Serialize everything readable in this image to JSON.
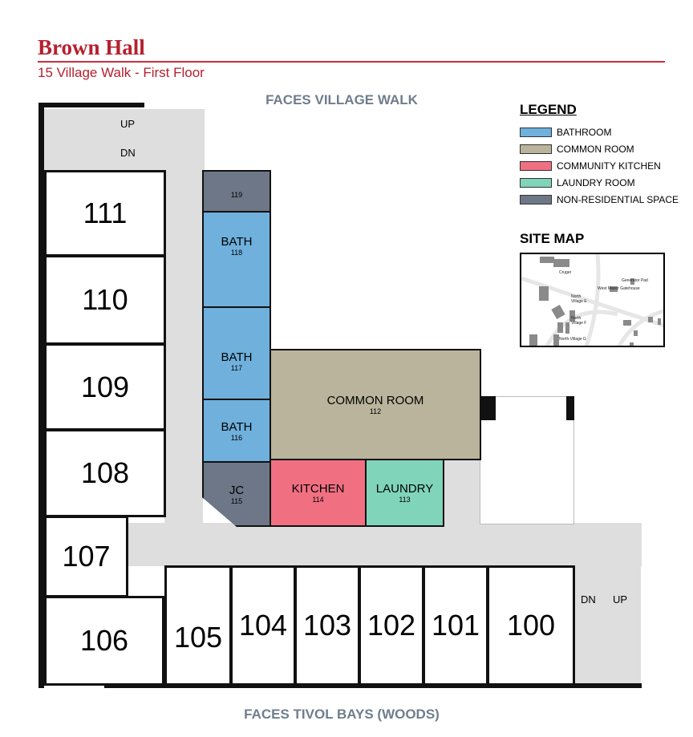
{
  "header": {
    "title": "Brown Hall",
    "subtitle": "15 Village Walk - First Floor"
  },
  "orientation": {
    "top": "FACES VILLAGE WALK",
    "bottom": "FACES TIVOL BAYS (WOODS)"
  },
  "legend": {
    "title": "LEGEND",
    "items": [
      {
        "label": "BATHROOM",
        "color": "#6fb0dc"
      },
      {
        "label": "COMMON ROOM",
        "color": "#b9b49b"
      },
      {
        "label": "COMMUNITY KITCHEN",
        "color": "#f07082"
      },
      {
        "label": "LAUNDRY ROOM",
        "color": "#80d4b9"
      },
      {
        "label": "NON-RESIDENTIAL SPACE",
        "color": "#6d7787"
      }
    ]
  },
  "site_map": {
    "title": "SITE MAP",
    "labels": [
      "Cruger",
      "Generator Pad",
      "West Manor Gatehouse",
      "North Village E",
      "North Village F",
      "North Village G"
    ]
  },
  "stairs": {
    "up": "UP",
    "dn": "DN"
  },
  "rooms": {
    "r111": "111",
    "r110": "110",
    "r109": "109",
    "r108": "108",
    "r107": "107",
    "r106": "106",
    "r105": "105",
    "r104": "104",
    "r103": "103",
    "r102": "102",
    "r101": "101",
    "r100": "100"
  },
  "spaces": {
    "s119": {
      "num": "119"
    },
    "bath118": {
      "name": "BATH",
      "num": "118"
    },
    "bath117": {
      "name": "BATH",
      "num": "117"
    },
    "bath116": {
      "name": "BATH",
      "num": "116"
    },
    "jc": {
      "name": "JC",
      "num": "115"
    },
    "common": {
      "name": "COMMON ROOM",
      "num": "112"
    },
    "kitchen": {
      "name": "KITCHEN",
      "num": "114"
    },
    "laundry": {
      "name": "LAUNDRY",
      "num": "113"
    }
  }
}
